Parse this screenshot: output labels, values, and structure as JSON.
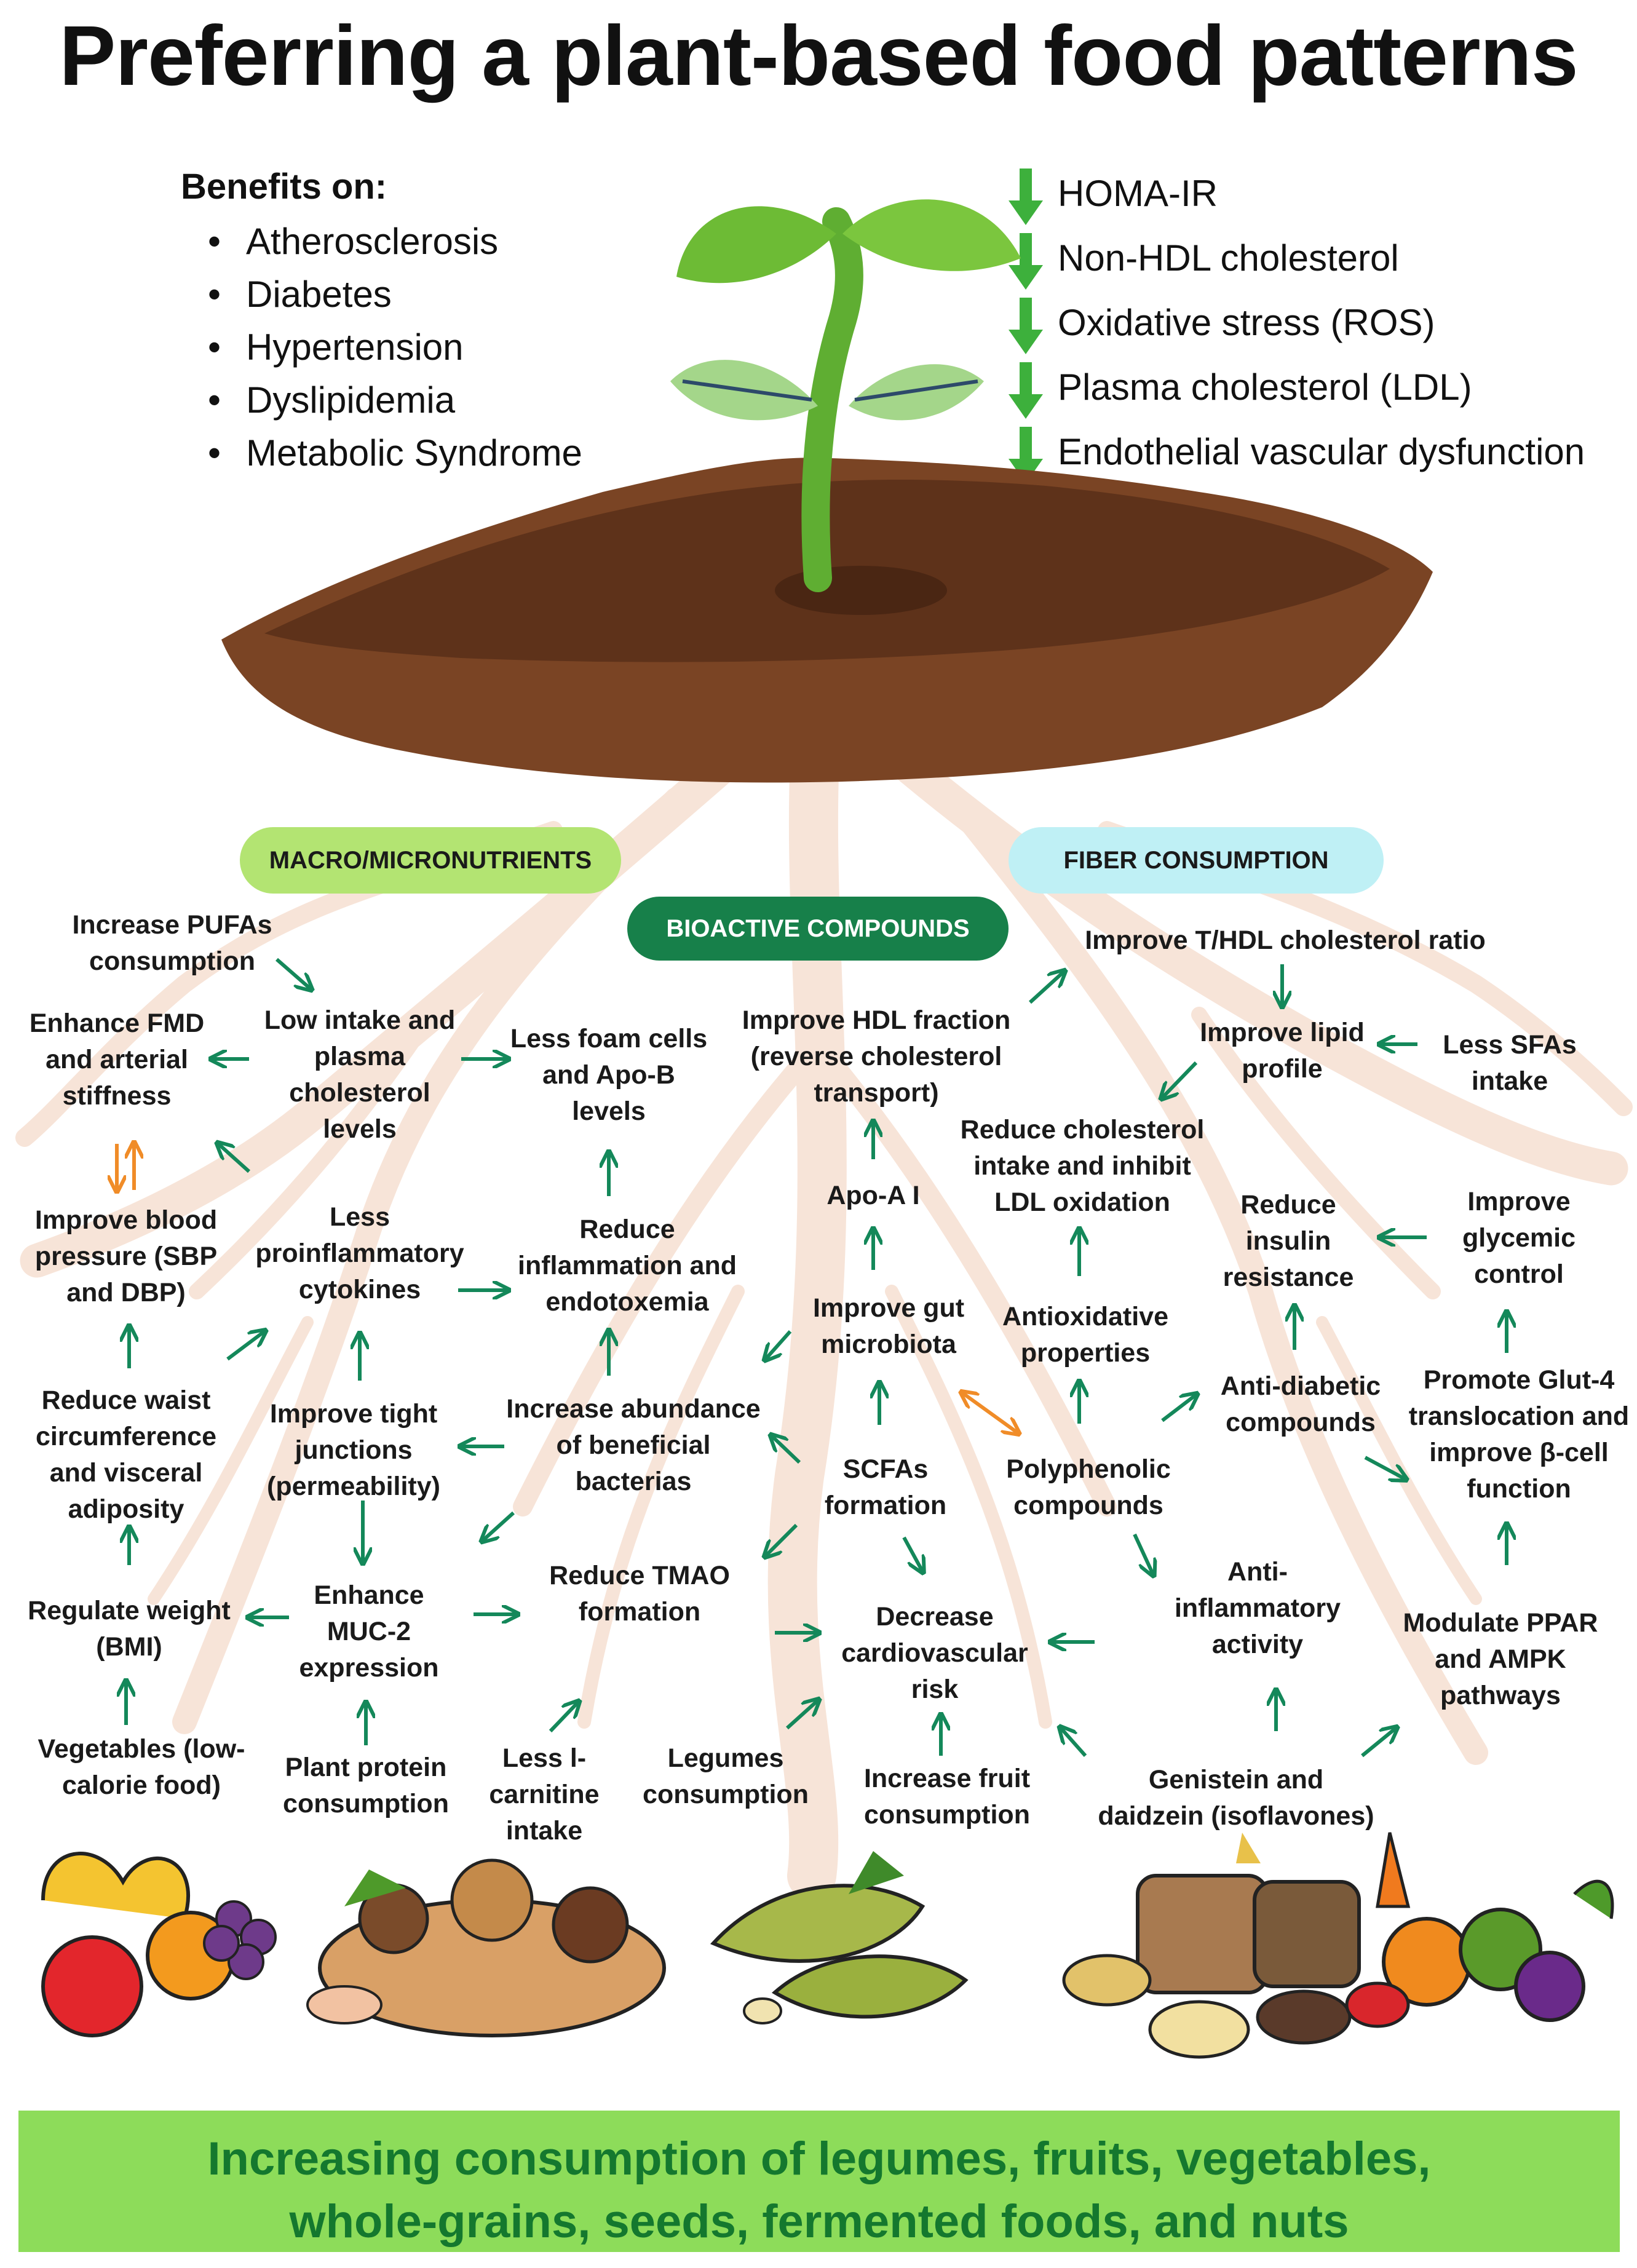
{
  "title": "Preferring a plant-based food patterns",
  "benefits": {
    "heading": "Benefits on:",
    "items": [
      "Atherosclerosis",
      "Diabetes",
      "Hypertension",
      "Dyslipidemia",
      "Metabolic Syndrome"
    ]
  },
  "reduced": {
    "icon": "green-down-arrow-icon",
    "items": [
      "HOMA-IR",
      "Non-HDL cholesterol",
      "Oxidative stress (ROS)",
      "Plasma cholesterol (LDL)",
      "Endothelial vascular dysfunction"
    ]
  },
  "categories": {
    "macro": "MACRO/MICRONUTRIENTS",
    "bioactive": "BIOACTIVE COMPOUNDS",
    "fiber": "FIBER CONSUMPTION"
  },
  "nodes": {
    "pufa": "Increase PUFAs consumption",
    "fmd": "Enhance FMD and arterial stiffness",
    "low_intake": "Low intake and plasma cholesterol levels",
    "foam": "Less foam cells and Apo-B levels",
    "hdl_fraction": "Improve HDL fraction (reverse cholesterol transport)",
    "thdl": "Improve T/HDL cholesterol ratio",
    "lipid_profile": "Improve lipid profile",
    "less_sfa": "Less SFAs intake",
    "reduce_chol": "Reduce cholesterol intake and inhibit LDL oxidation",
    "bp": "Improve blood pressure (SBP and DBP)",
    "less_cyto": "Less proinflammatory cytokines",
    "reduce_inflam": "Reduce inflammation and endotoxemia",
    "apoa": "Apo-A I",
    "insulin": "Reduce insulin resistance",
    "glycemic": "Improve glycemic control",
    "gut": "Improve gut microbiota",
    "antiox": "Antioxidative properties",
    "waist": "Reduce waist circumference and visceral adiposity",
    "tight": "Improve tight junctions (permeability)",
    "beneficial": "Increase abundance of beneficial bacterias",
    "scfa": "SCFAs formation",
    "poly": "Polyphenolic compounds",
    "antidiab": "Anti-diabetic compounds",
    "glut4": "Promote Glut-4 translocation and improve β-cell function",
    "weight": "Regulate weight (BMI)",
    "muc2": "Enhance MUC-2 expression",
    "tmao": "Reduce TMAO formation",
    "cvd": "Decrease cardiovascular risk",
    "antiinflam": "Anti-inflammatory activity",
    "ppar": "Modulate PPAR and AMPK pathways",
    "veg": "Vegetables (low-calorie food)",
    "plant_protein": "Plant protein consumption",
    "carnitine": "Less l-carnitine intake",
    "legumes": "Legumes consumption",
    "fruit": "Increase fruit consumption",
    "genistein": "Genistein and daidzein (isoflavones)"
  },
  "illustrations": [
    "fruits-illustration",
    "nuts-seeds-illustration",
    "legumes-illustration",
    "whole-grains-illustration",
    "vegetables-illustration"
  ],
  "footer": {
    "line1": "Increasing consumption of legumes, fruits, vegetables,",
    "line2": "whole-grains, seeds, fermented foods, and nuts"
  },
  "colors": {
    "arrow_green": "#14885a",
    "arrow_orange": "#f08c28",
    "macro_pill": "#b3e472",
    "bioactive_pill": "#17804a",
    "fiber_pill": "#bff0f5",
    "footer_band": "#8ddc5a",
    "footer_text": "#14782e",
    "soil": "#6b3a1e"
  }
}
